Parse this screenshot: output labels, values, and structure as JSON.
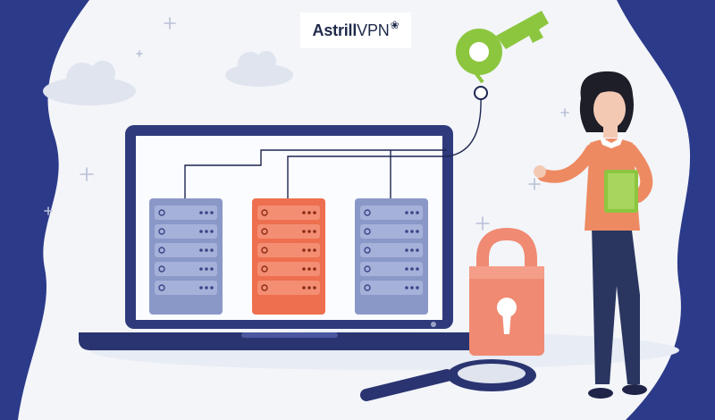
{
  "brand": {
    "name_bold": "Astrill",
    "name_light": "VPN",
    "mark": "❀"
  },
  "colors": {
    "navy": "#2c3a8a",
    "background": "#f3f5f9",
    "accent_green": "#8cc63f",
    "accent_orange": "#ee6f4f",
    "server_blue": "#8a98c8",
    "lock": "#f08a72"
  },
  "illustration": {
    "servers": [
      "blue",
      "orange",
      "blue"
    ],
    "slots_per_server": 5,
    "icons": [
      "laptop-icon",
      "key-icon",
      "padlock-icon",
      "magnifier-icon",
      "cloud-icon",
      "sparkle-icon",
      "person"
    ]
  }
}
